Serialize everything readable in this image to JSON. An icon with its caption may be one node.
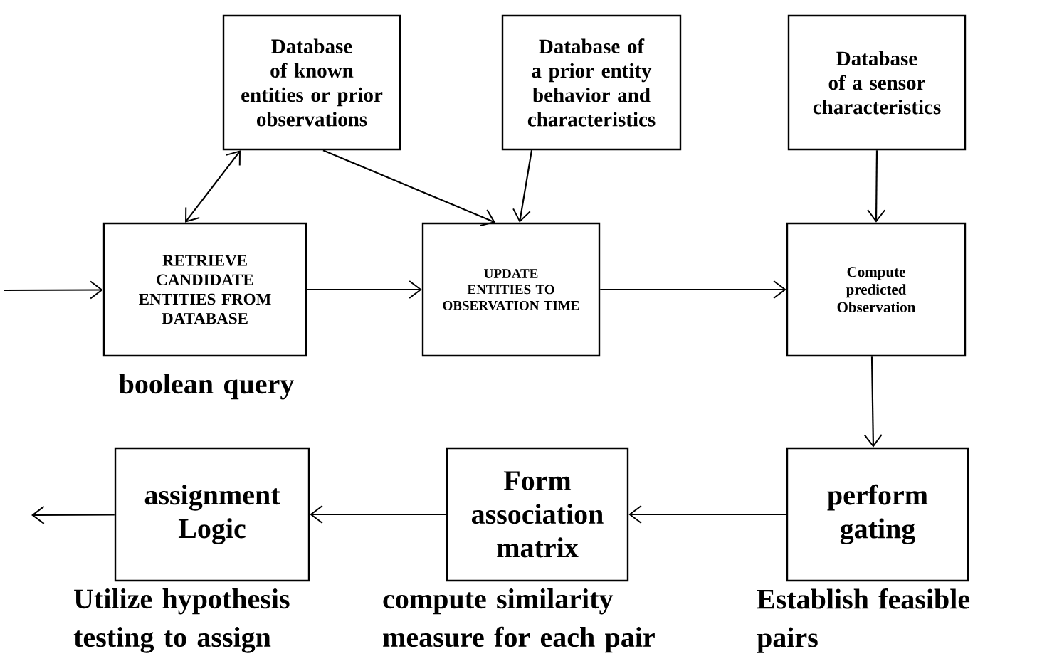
{
  "diagram": {
    "nodes": [
      {
        "text": [
          "Database of known entities or prior observations"
        ]
      },
      {
        "text": [
          "Database of a prior entity behavior and characteristics"
        ]
      },
      {
        "text": [
          "Database of a sensor characteristics"
        ]
      },
      {
        "text": [
          "RETRIEVE CANDIDATE ENTITIES FROM DATABASE"
        ],
        "beside": [
          "boolean query"
        ]
      },
      {
        "text": [
          "UPDATE ENTITIES TO OBSERVATION TIME"
        ]
      },
      {
        "text": [
          "Compute predicted Observation"
        ]
      },
      {
        "text": [
          "assignment Logic"
        ],
        "beside": [
          "Utilize hypothesis testing to assign"
        ]
      },
      {
        "text": [
          "Form association matrix"
        ],
        "beside": [
          "compute similarity measure for each pair"
        ]
      },
      {
        "text": [
          "perform gating"
        ],
        "beside": [
          "Establish feasible pairs"
        ]
      }
    ],
    "edges": [
      {
        "from": null,
        "to": 3,
        "arrow": "to"
      },
      {
        "from": 0,
        "to": 3,
        "arrow": "both"
      },
      {
        "from": 0,
        "to": 4,
        "arrow": "to"
      },
      {
        "from": 1,
        "to": 4,
        "arrow": "to"
      },
      {
        "from": 3,
        "to": 4,
        "arrow": "to"
      },
      {
        "from": 4,
        "to": 5,
        "arrow": "to"
      },
      {
        "from": 2,
        "to": 5,
        "arrow": "to"
      },
      {
        "from": 5,
        "to": 8,
        "arrow": "to"
      },
      {
        "from": 8,
        "to": 7,
        "arrow": "to"
      },
      {
        "from": 7,
        "to": 6,
        "arrow": "to"
      },
      {
        "from": 6,
        "to": null,
        "arrow": "to"
      }
    ]
  }
}
